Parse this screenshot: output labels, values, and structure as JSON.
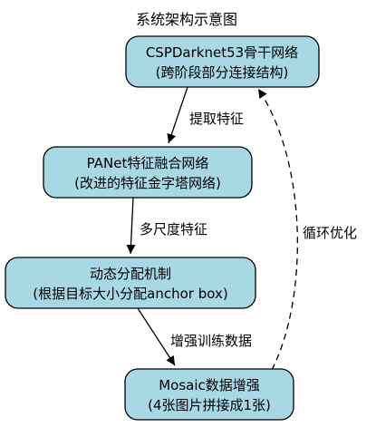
{
  "title": "系统架构示意图",
  "colors": {
    "node_fill": "#a9d8e5",
    "stroke": "#000000"
  },
  "nodes": [
    {
      "line1": "CSPDarknet53骨干网络",
      "line2": "(跨阶段部分连接结构)"
    },
    {
      "line1": "PANet特征融合网络",
      "line2": "(改进的特征金字塔网络)"
    },
    {
      "line1": "动态分配机制",
      "line2": "(根据目标大小分配anchor box)"
    },
    {
      "line1": "Mosaic数据增强",
      "line2": "(4张图片拼接成1张)"
    }
  ],
  "edges": [
    {
      "label": "提取特征",
      "style": "solid"
    },
    {
      "label": "多尺度特征",
      "style": "solid"
    },
    {
      "label": "增强训练数据",
      "style": "solid"
    },
    {
      "label": "循环优化",
      "style": "dashed"
    }
  ]
}
